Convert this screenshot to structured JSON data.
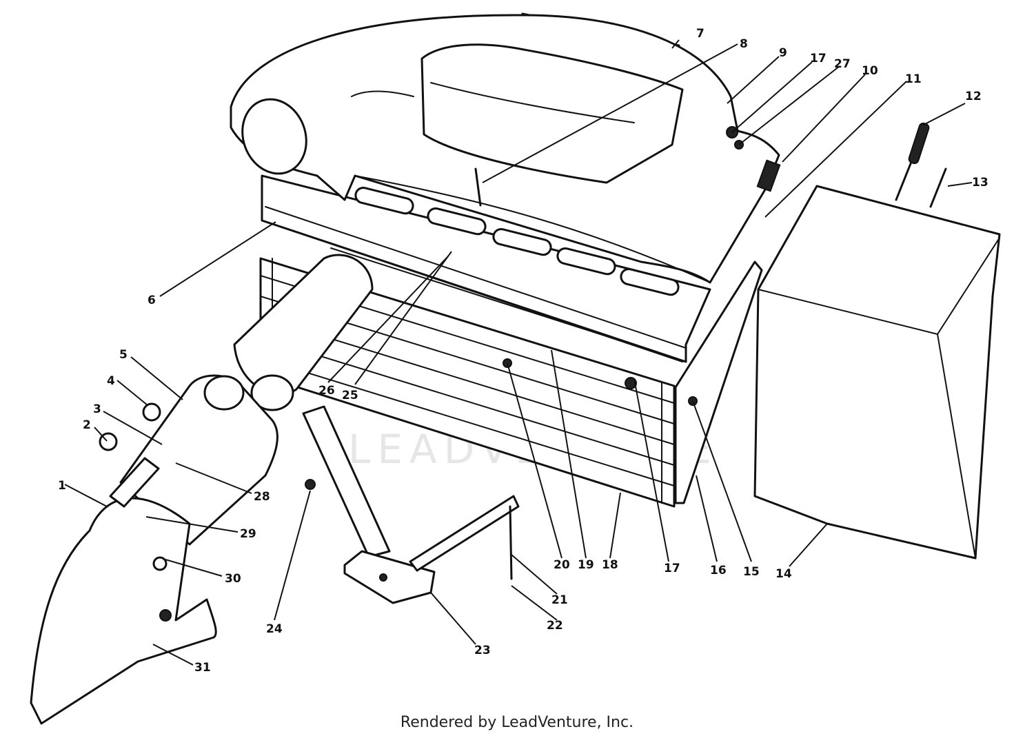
{
  "watermark": "LEADVENTURE",
  "footer": "Rendered by LeadVenture, Inc.",
  "callouts": [
    {
      "label": "1"
    },
    {
      "label": "2"
    },
    {
      "label": "3"
    },
    {
      "label": "4"
    },
    {
      "label": "5"
    },
    {
      "label": "6"
    },
    {
      "label": "7"
    },
    {
      "label": "8"
    },
    {
      "label": "9"
    },
    {
      "label": "17"
    },
    {
      "label": "27"
    },
    {
      "label": "10"
    },
    {
      "label": "11"
    },
    {
      "label": "12"
    },
    {
      "label": "13"
    },
    {
      "label": "14"
    },
    {
      "label": "15"
    },
    {
      "label": "16"
    },
    {
      "label": "17"
    },
    {
      "label": "18"
    },
    {
      "label": "19"
    },
    {
      "label": "20"
    },
    {
      "label": "21"
    },
    {
      "label": "22"
    },
    {
      "label": "23"
    },
    {
      "label": "24"
    },
    {
      "label": "25"
    },
    {
      "label": "26"
    },
    {
      "label": "28"
    },
    {
      "label": "29"
    },
    {
      "label": "30"
    },
    {
      "label": "31"
    }
  ]
}
